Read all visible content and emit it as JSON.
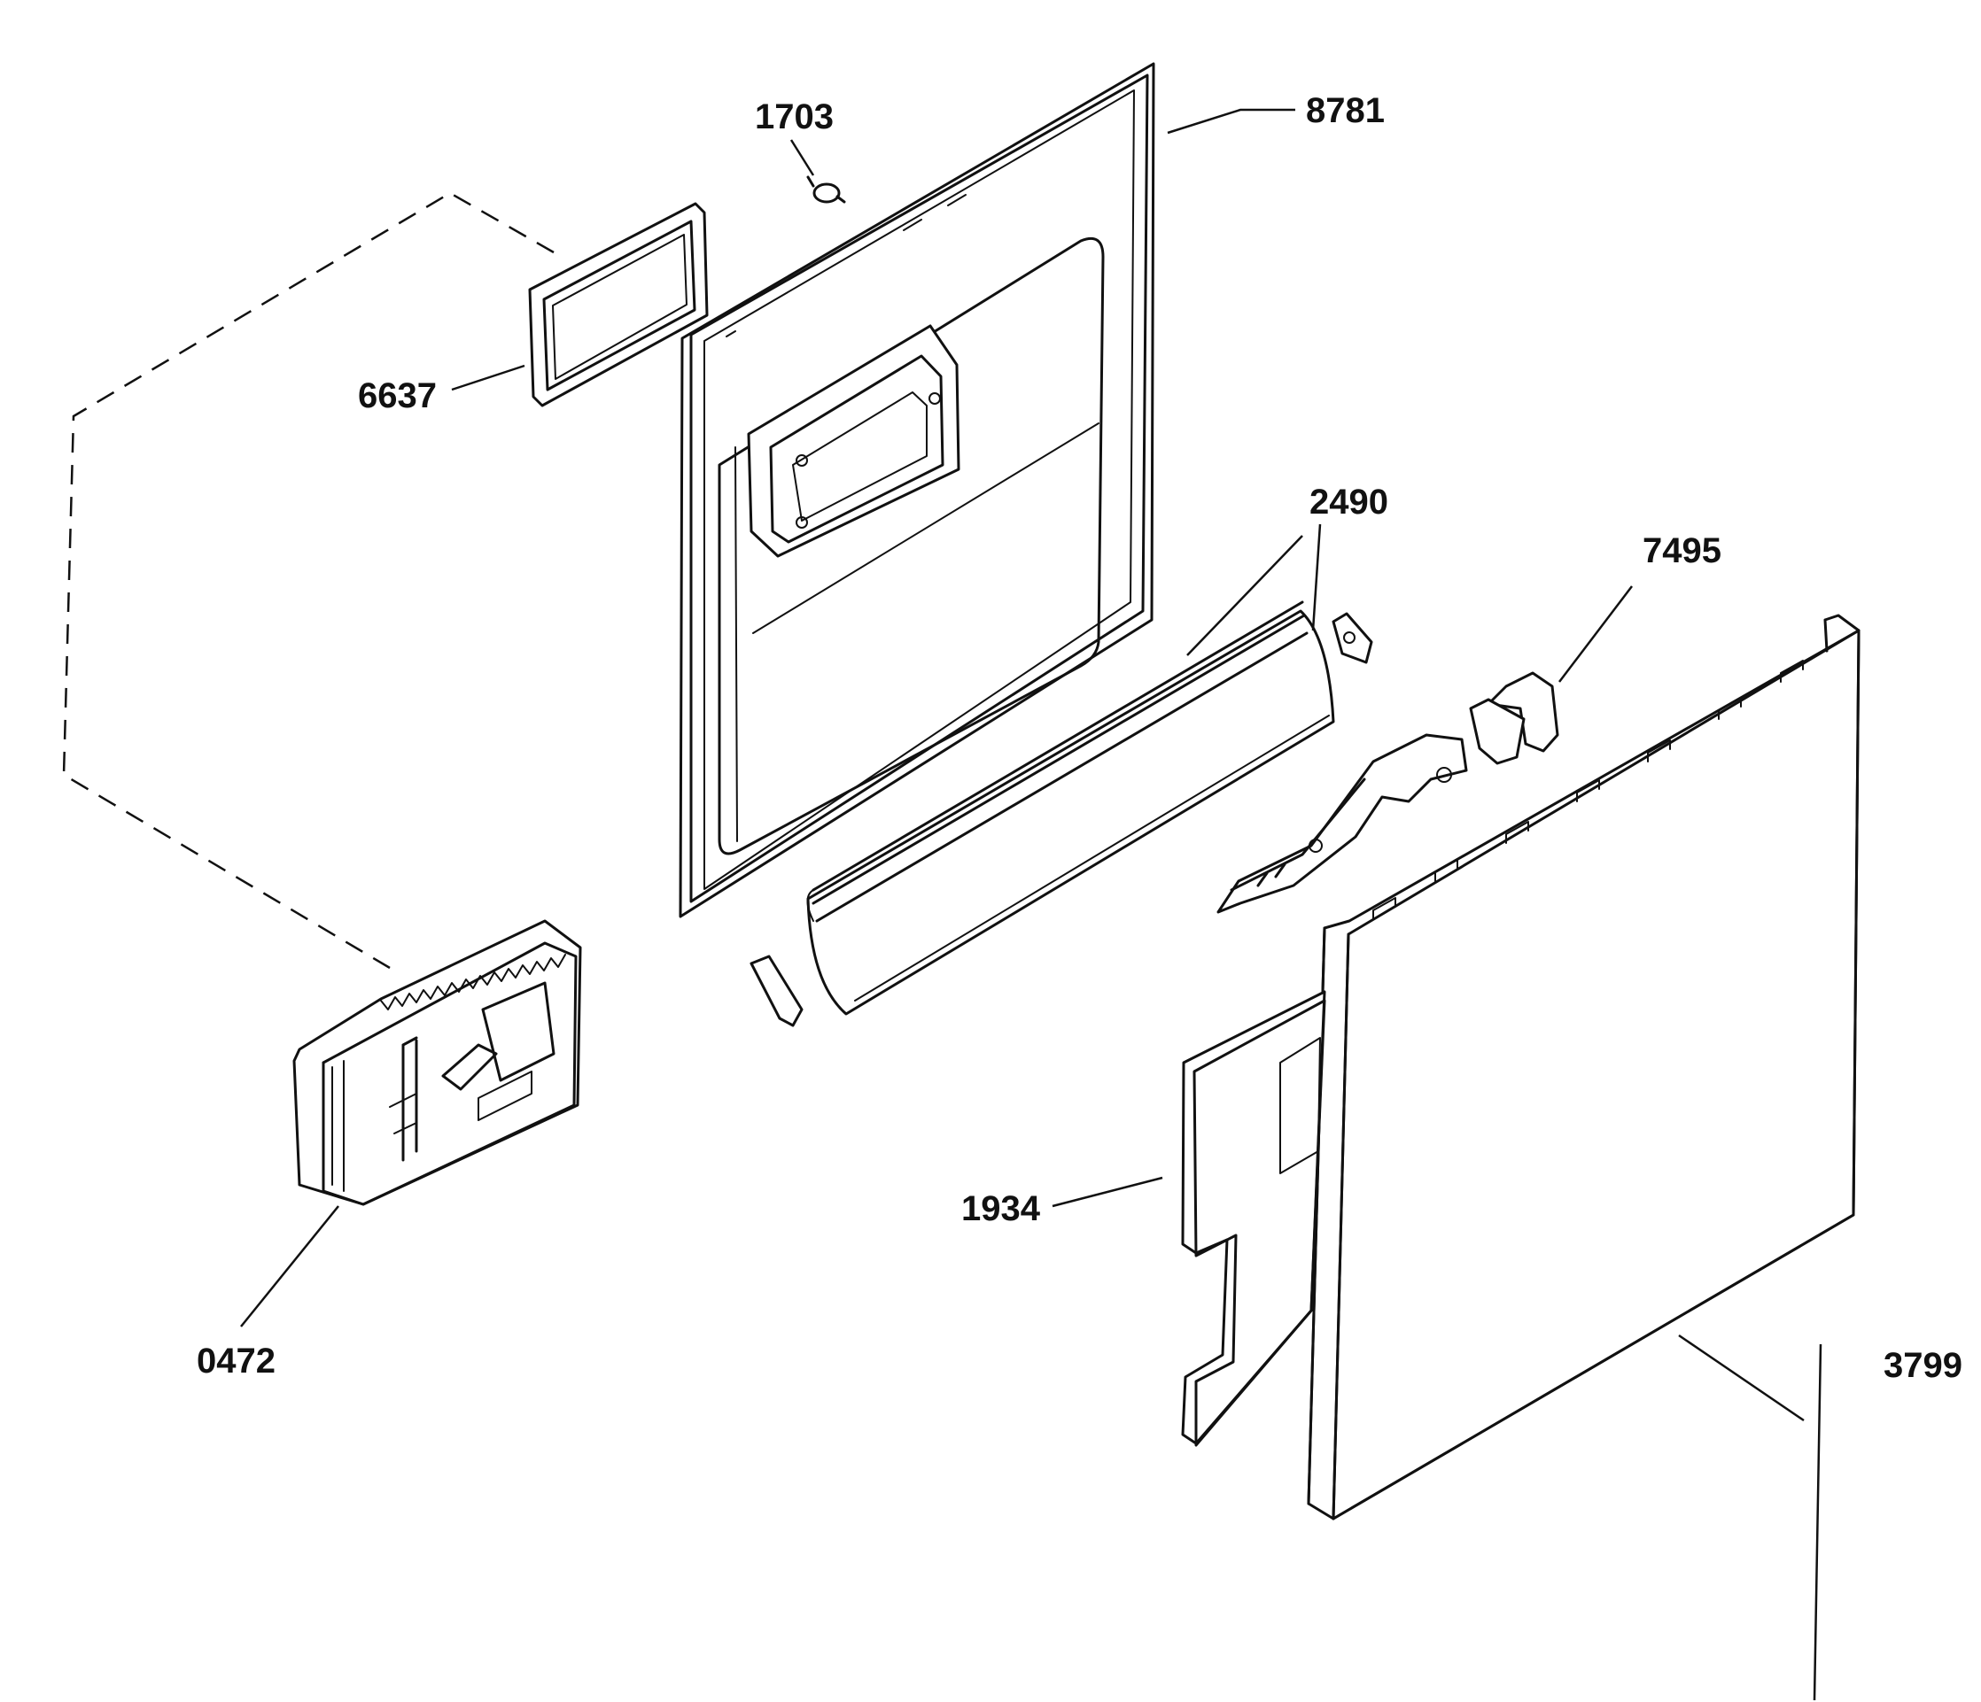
{
  "diagram": {
    "part_labels": [
      {
        "id": "1703",
        "text": "1703"
      },
      {
        "id": "8781",
        "text": "8781"
      },
      {
        "id": "6637",
        "text": "6637"
      },
      {
        "id": "2490",
        "text": "2490"
      },
      {
        "id": "7495",
        "text": "7495"
      },
      {
        "id": "1934",
        "text": "1934"
      },
      {
        "id": "0472",
        "text": "0472"
      },
      {
        "id": "3799",
        "text": "3799"
      }
    ]
  }
}
